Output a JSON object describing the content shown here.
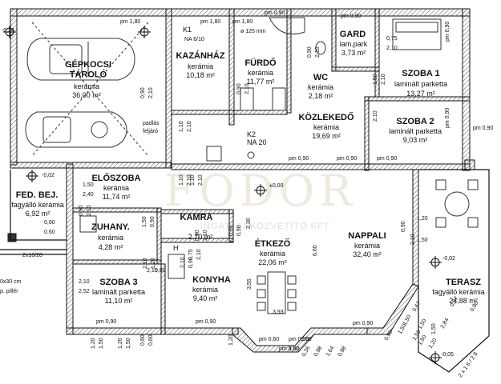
{
  "rooms": [
    {
      "name": "GÉPKOCSI\nTÁROLÓ",
      "floor": "kerámia",
      "area": "36,00 m²"
    },
    {
      "name": "KAZÁNHÁZ",
      "floor": "kerámia",
      "area": "10,18 m²"
    },
    {
      "name": "FÜRDŐ",
      "floor": "kerámia",
      "area": "11,77 m²"
    },
    {
      "name": "WC",
      "floor": "kerámia",
      "area": "2,18 m²"
    },
    {
      "name": "GARD",
      "floor": "lam.park",
      "area": "3,73 m²"
    },
    {
      "name": "SZOBA 1",
      "floor": "laminált parketta",
      "area": "13,27 m²"
    },
    {
      "name": "KÖZLEKEDŐ",
      "floor": "kerámia",
      "area": "19,69 m²"
    },
    {
      "name": "SZOBA 2",
      "floor": "laminált parketta",
      "area": "9,03 m²"
    },
    {
      "name": "ELŐSZOBA",
      "floor": "kerámia",
      "area": "11,74 m²"
    },
    {
      "name": "FED. BEJ.",
      "floor": "fagyálló kerámia",
      "area": "6,92 m²"
    },
    {
      "name": "KAMRA",
      "floor": "",
      "area": "2,70 m²"
    },
    {
      "name": "ZUHANY.",
      "floor": "kerámia",
      "area": "4,28 m²"
    },
    {
      "name": "ÉTKEZŐ",
      "floor": "kerámia",
      "area": "22,06 m²"
    },
    {
      "name": "NAPPALI",
      "floor": "kerámia",
      "area": "32,40 m²"
    },
    {
      "name": "SZOBA 3",
      "floor": "laminált parketta",
      "area": "11,10 m²"
    },
    {
      "name": "KONYHA",
      "floor": "kerámia",
      "area": "9,40 m²"
    },
    {
      "name": "TERASZ",
      "floor": "fagyálló kerámia",
      "area": "24,88 m²"
    }
  ],
  "labels": {
    "k1": "K1",
    "na610": "NA 6/10",
    "k2": "K2",
    "na20": "NA 20",
    "padlas1": "padlás",
    "padlas2": "feljáró",
    "level": "±0,00",
    "level_fb": "-0,02",
    "level_t": "-0,02",
    "level_tl": "-0,34",
    "level_br": "-0,05",
    "pipe": "ø 125 mm",
    "dim_233": "2x16/28",
    "pillar1": "0x30 cm",
    "pillar2": "p. pillér",
    "dim_393": "3,93",
    "dim_660": "6,60",
    "dim_355": "3,55",
    "dim_230": "2,30",
    "stair": "2 x 1 6 / 2 8",
    "h": "H"
  },
  "small_dims": [
    "pm 1,80",
    "pm 1,80",
    "pm 0,90",
    "0,75",
    "2,10",
    "0,90",
    "2,10",
    "1,10",
    "2,10",
    "pm 0,90",
    "pm 0,90",
    "1,50",
    "2,40",
    "0,60",
    "0,60",
    "0,90",
    "2,10",
    "1,50",
    "0,90",
    "2,10",
    "1,20",
    "2,10",
    "0,80",
    "2,10",
    "0,90",
    "2,10",
    "2,52",
    "1,20",
    "1,50",
    "pm 0,90",
    "pm 0,90",
    "0,60",
    "0,60",
    "1,10",
    "2,10",
    "pm 0,60",
    "pm 0,60",
    "pm 0,90",
    "pm 0,90",
    "0,90",
    "2,10",
    "1,20",
    "1,50",
    "1,50",
    "1,20",
    "1,50",
    "1,50",
    "0,90",
    "pm 0,90",
    "pm 0,90",
    "pm 0,90",
    "pm 0,90",
    "0,90",
    "2,10",
    "0,90",
    "2,10",
    "0,75",
    "2,10",
    "0,90",
    "2,10",
    "1,50",
    "2,84",
    "0,67",
    "1,50",
    "1,50",
    "1,50",
    "1,50",
    "0,90",
    "0,90",
    "2,10",
    "1,50",
    "2,10",
    "1,10",
    "2,10",
    "0,36",
    "0,98",
    "1,64",
    "0,98",
    "1,20",
    "1,50",
    "pm 1,80",
    "pm 0,90",
    "0,67",
    "0,90",
    "1,20"
  ],
  "watermark": {
    "main": "FODOR",
    "sub": "INGATLANKÖZVETÍTŐ KFT"
  }
}
